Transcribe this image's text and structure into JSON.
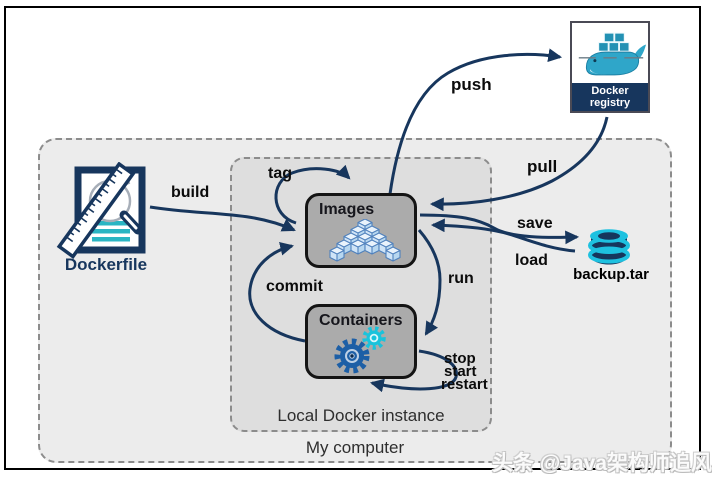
{
  "nodes": {
    "dockerfile": {
      "label": "Dockerfile"
    },
    "images": {
      "label": "Images"
    },
    "containers": {
      "label": "Containers"
    },
    "registry": {
      "label": "Docker registry"
    },
    "backup": {
      "label": "backup.tar"
    }
  },
  "groups": {
    "inner": {
      "label": "Local Docker instance"
    },
    "outer": {
      "label": "My computer"
    }
  },
  "edges": {
    "build": "build",
    "tag": "tag",
    "push": "push",
    "pull": "pull",
    "save": "save",
    "load": "load",
    "commit": "commit",
    "run": "run",
    "stop": "stop",
    "start": "start",
    "restart": "restart"
  },
  "watermark": {
    "text": "头条 @Java架构师追风"
  },
  "colors": {
    "arrow": "#17365d",
    "navy": "#17365d",
    "teal": "#2ab5c3",
    "cyan": "#19c3dc",
    "steel_blue": "#1d5fa6",
    "node_fill": "#ababab",
    "node_border": "#141414",
    "outer_fill": "#ececec",
    "inner_fill": "#dedede",
    "registry_band": "#17365d",
    "cube_face": "#cfe4f7",
    "cube_stroke": "#4f81bd"
  }
}
